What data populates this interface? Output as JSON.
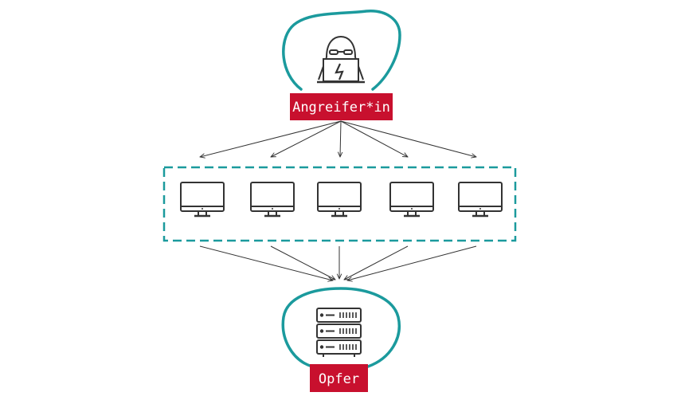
{
  "attacker": {
    "label": "Angreifer*in",
    "icon": "hacker-laptop-icon"
  },
  "victim": {
    "label": "Opfer",
    "icon": "server-stack-icon"
  },
  "botnet": {
    "device_icon": "monitor-icon",
    "device_count": 5
  },
  "colors": {
    "accent_red": "#c8102e",
    "teal": "#1b9a9d",
    "line": "#333333"
  }
}
